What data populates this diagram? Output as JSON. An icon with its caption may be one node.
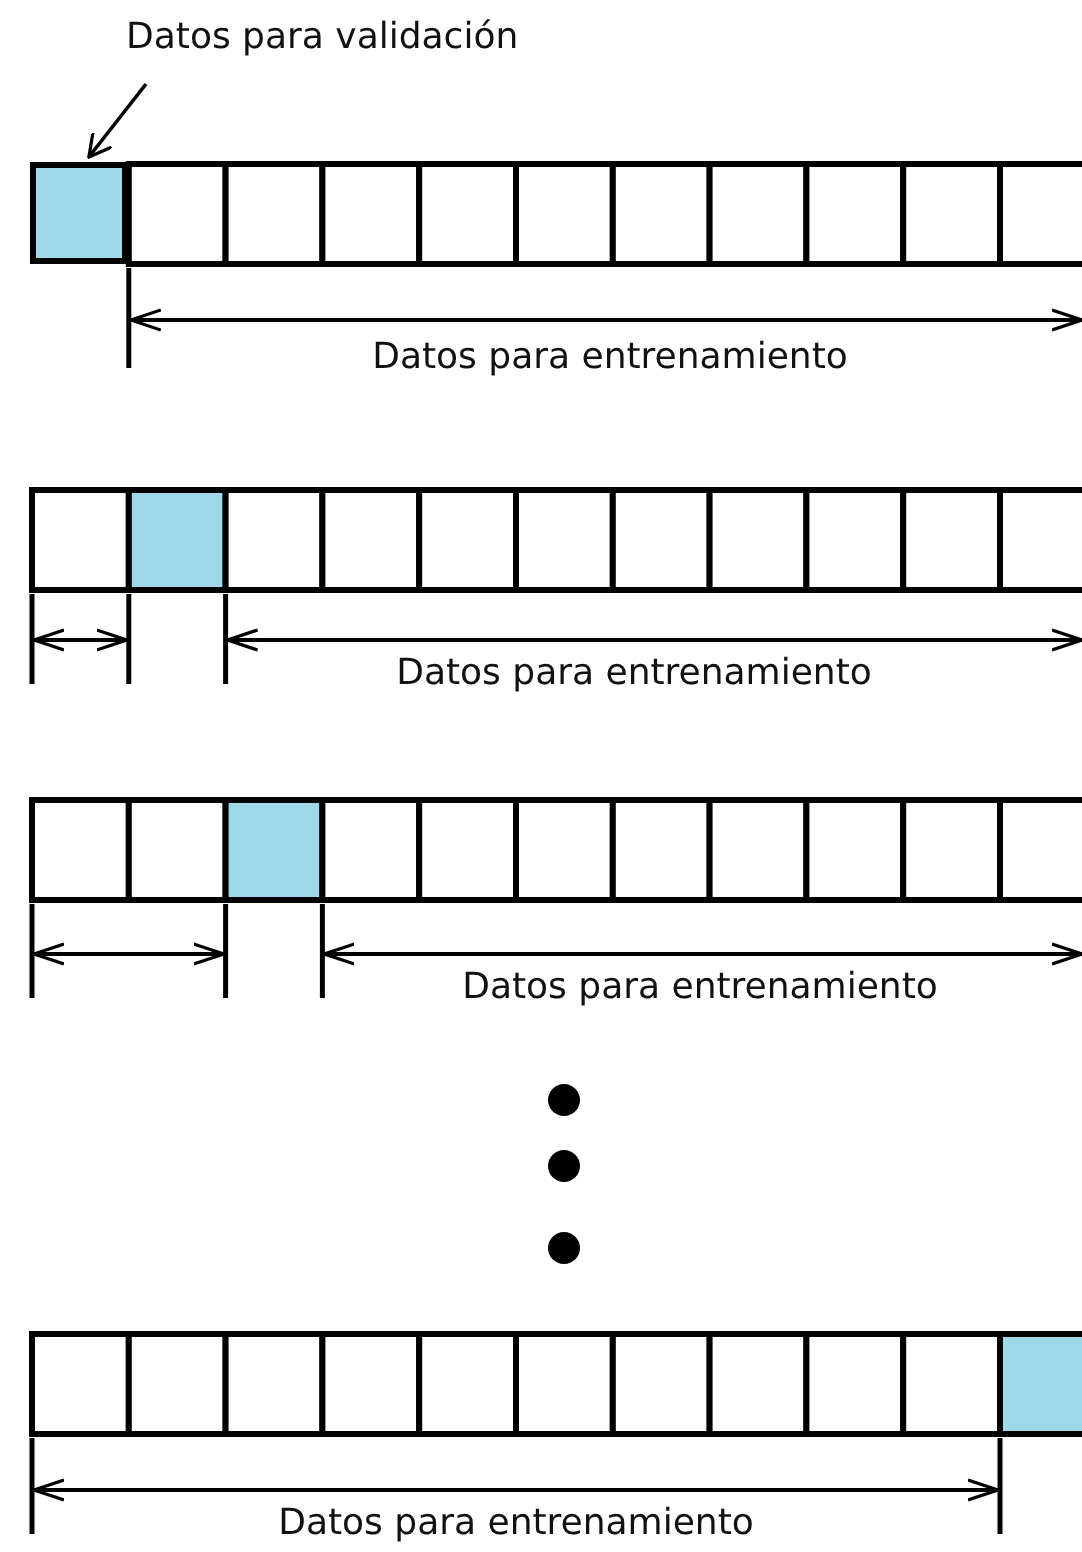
{
  "diagram": {
    "nodes": [
      {
        "text": [
          "Datos para validación"
        ]
      },
      {
        "text": [],
        "shape": "box"
      }
    ],
    "edges": [
      {
        "from": 0,
        "to": 1,
        "arrow": "to"
      }
    ],
    "labels": [
      "Datos para entrenamiento",
      "Datos para entrenamiento",
      "Datos para entrenamiento",
      "Datos para entrenamiento"
    ]
  }
}
